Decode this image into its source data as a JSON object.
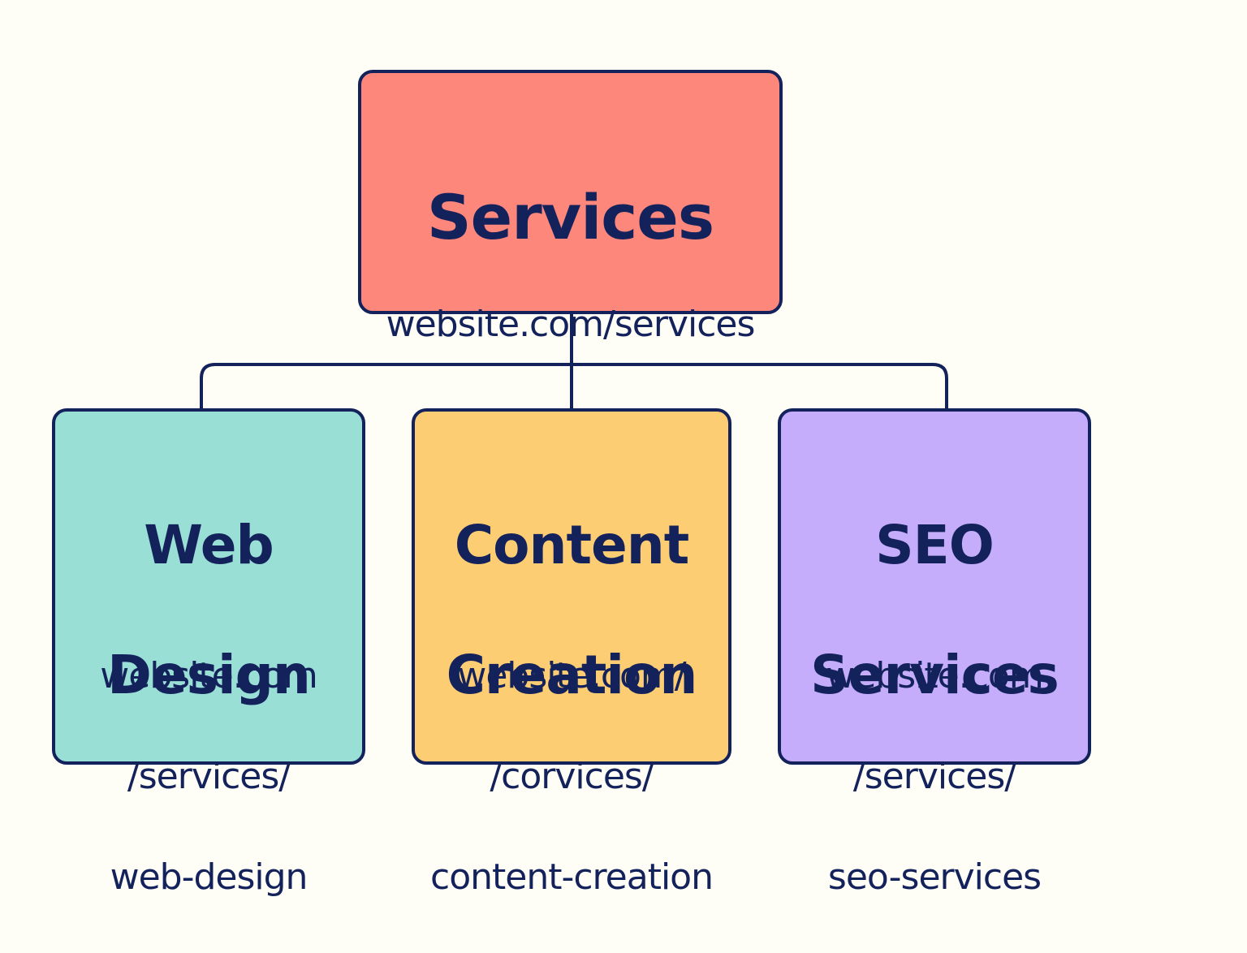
{
  "colors": {
    "background": "#fefdf6",
    "ink": "#14225c",
    "root": "#fe877c",
    "web_design": "#9adfd6",
    "content_creation": "#fdcd74",
    "seo_services": "#c5adfc"
  },
  "root": {
    "title": "Services",
    "url": "website.com/services"
  },
  "children": [
    {
      "title_lines": [
        "Web",
        "Design"
      ],
      "url_lines": [
        "website.com",
        "/services/",
        "web-design"
      ]
    },
    {
      "title_lines": [
        "Content",
        "Creation"
      ],
      "url_lines": [
        "website.com/",
        "/corvices/",
        "content-creation"
      ]
    },
    {
      "title_lines": [
        "SEO",
        "Services"
      ],
      "url_lines": [
        "website.com",
        "/services/",
        "seo-services"
      ]
    }
  ]
}
